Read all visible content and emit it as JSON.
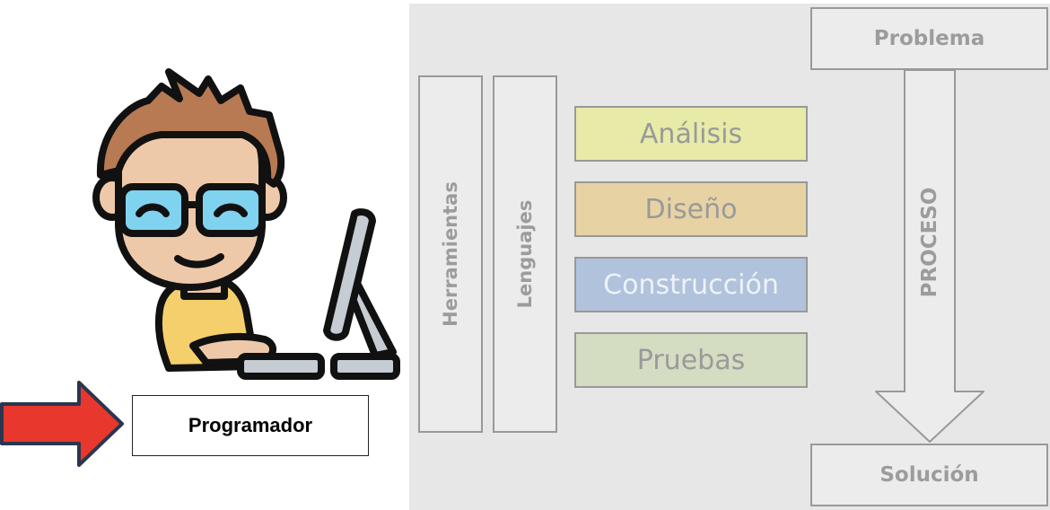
{
  "diagram": {
    "programmer_label": "Programador",
    "tools_label": "Herramientas",
    "languages_label": "Lenguajes",
    "phases": [
      {
        "label": "Análisis",
        "color": "#e8eaa8"
      },
      {
        "label": "Diseño",
        "color": "#e7d2a4"
      },
      {
        "label": "Construcción",
        "color": "#b1c2dc"
      },
      {
        "label": "Pruebas",
        "color": "#d4dcc2"
      }
    ],
    "problem_label": "Problema",
    "process_label": "PROCESO",
    "solution_label": "Solución"
  },
  "colors": {
    "arrow_red": "#e8372c",
    "arrow_border": "#2a3550",
    "panel_bg": "#e7e7e7",
    "box_border": "#999999"
  },
  "icons": {
    "programmer": "programmer-at-computer-icon",
    "pointer": "red-right-arrow-icon"
  }
}
